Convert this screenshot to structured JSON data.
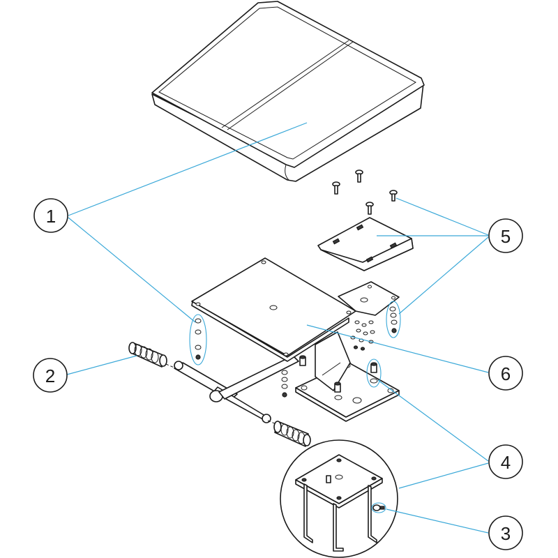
{
  "diagram": {
    "leader_color": "#3aa8d8",
    "line_color": "#1a1a1a",
    "callouts": [
      {
        "id": "1",
        "label": "1"
      },
      {
        "id": "2",
        "label": "2"
      },
      {
        "id": "3",
        "label": "3"
      },
      {
        "id": "4",
        "label": "4"
      },
      {
        "id": "5",
        "label": "5"
      },
      {
        "id": "6",
        "label": "6"
      }
    ]
  }
}
